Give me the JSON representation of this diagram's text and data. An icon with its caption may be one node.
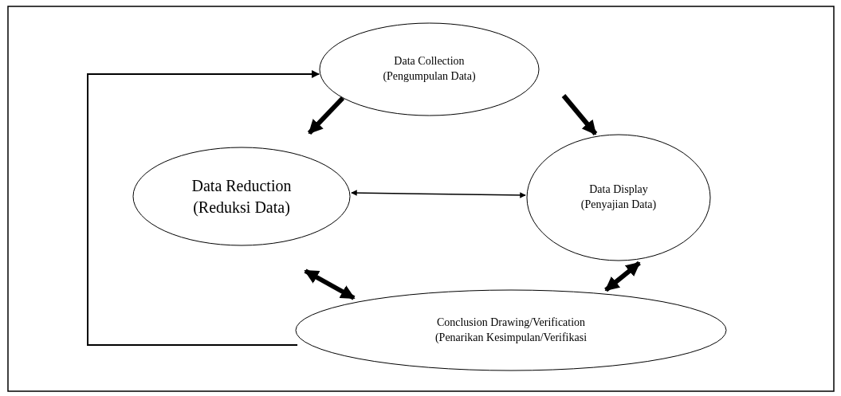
{
  "diagram": {
    "nodes": [
      {
        "text": [
          "Data Collection (Pengumpulan Data)"
        ]
      },
      {
        "text": [
          "Data Reduction (Reduksi Data)"
        ]
      },
      {
        "text": [
          "Data Display (Penyajian Data)"
        ]
      },
      {
        "text": [
          "Conclusion Drawing/Verification (Penarikan Kesimpulan/Verifikasi"
        ]
      }
    ],
    "edges": [
      {
        "from": 0,
        "to": 1,
        "arrow": "to"
      },
      {
        "from": 0,
        "to": 2,
        "arrow": "to"
      },
      {
        "from": 1,
        "to": 2,
        "arrow": "both"
      },
      {
        "from": 1,
        "to": 3,
        "arrow": "both"
      },
      {
        "from": 2,
        "to": 3,
        "arrow": "both"
      },
      {
        "from": 3,
        "to": 0,
        "arrow": "to"
      }
    ]
  }
}
